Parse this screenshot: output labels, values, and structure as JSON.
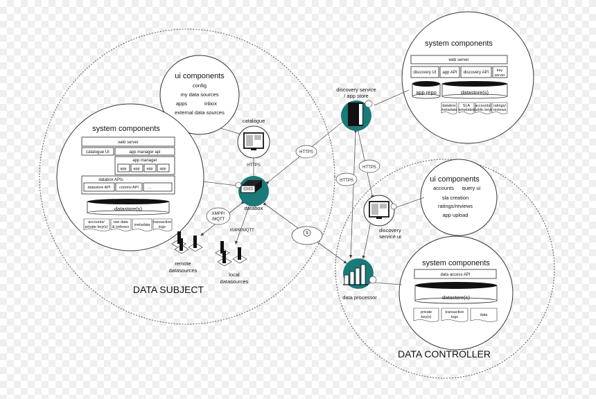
{
  "subject": {
    "title": "DATA SUBJECT",
    "ui": {
      "title": "ui components",
      "items": [
        "config",
        "my data sources",
        "apps",
        "inbox",
        "external data sources"
      ]
    },
    "sys": {
      "title": "system components",
      "web_server": "web server",
      "catalogue_ui": "catalogue UI",
      "app_manager_api": "app manager api",
      "app_manager": "app manager",
      "app": "app",
      "databox_apis": "databox APIs",
      "datastore_api": "datastore API",
      "comms_api": "comms API",
      "ellipsis": "...",
      "datastores": "datastore(s)",
      "doc1a": "accounts/",
      "doc1b": "private key(s)",
      "doc2a": "raw data",
      "doc2b": "& indexes",
      "doc3": "metadata",
      "doc4a": "transaction",
      "doc4b": "logs"
    },
    "catalogue": "catalogue",
    "databox": "databox",
    "remote_a": "remote",
    "remote_b": "datasources",
    "local_a": "local",
    "local_b": "datasources"
  },
  "edges": {
    "https": "HTTPS",
    "xmpp_a": "XMPP/",
    "xmpp_b": "/MQTT",
    "xmpp_local": "XMPP/MQTT"
  },
  "discovery": {
    "label_a": "discovery service",
    "label_b": "/ app store",
    "sys": {
      "title": "system components",
      "web_server": "web server",
      "discovery_ui": "discovery UI",
      "app_api": "app API",
      "discovery_api": "discovery API",
      "key_server_a": "key",
      "key_server_b": "server",
      "app_repo": "app repo",
      "datastores": "datastore(s)",
      "doc1a": "databox",
      "doc1b": "metadata",
      "doc2a": "SLA",
      "doc2b": "templates",
      "doc3a": "accounts/",
      "doc3b": "public keys",
      "doc4a": "ratings/",
      "doc4b": "reviews"
    }
  },
  "controller": {
    "title": "DATA CONTROLLER",
    "ui": {
      "title": "ui components",
      "items": [
        "accounts",
        "query ui",
        "sla creation",
        "ratings/reviews",
        "app upload"
      ]
    },
    "discovery_ui_a": "discovery",
    "discovery_ui_b": "service ui",
    "processor": "data processor",
    "sys": {
      "title": "system components",
      "data_access_api": "data access API",
      "datastores": "datastore(s)",
      "doc1a": "private",
      "doc1b": "key(s)",
      "doc2a": "transaction",
      "doc2b": "logs",
      "doc3": "data"
    }
  },
  "colors": {
    "teal": "#1a7a78",
    "line": "#555555"
  }
}
